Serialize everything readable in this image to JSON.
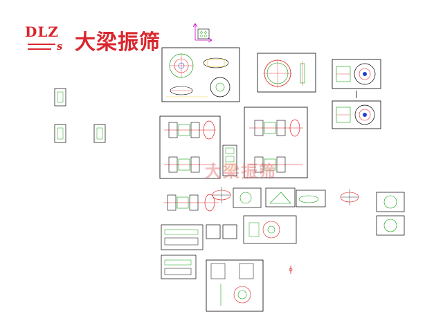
{
  "brand": {
    "logo_latin": "DLZ",
    "logo_s": "s",
    "logo_cn": "大梁振筛",
    "brand_color": "#d8262c"
  },
  "watermark": {
    "text": "大梁振筛"
  },
  "colors": {
    "background": "#ffffff",
    "frame": "#000000",
    "cad_green": "#10a010",
    "cad_red": "#e02020",
    "cad_magenta": "#c000c0",
    "cad_yellow": "#e0c000",
    "cad_blue": "#2040d0"
  },
  "icons": {
    "ucs": "ucs-axis-icon",
    "marker": "insertion-marker-icon"
  }
}
